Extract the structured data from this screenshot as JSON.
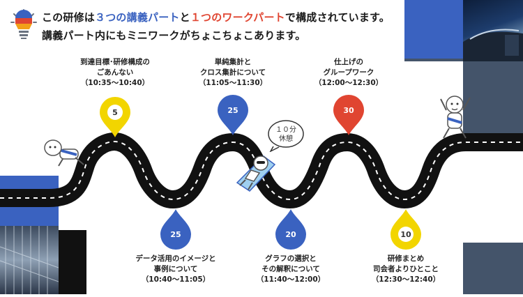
{
  "header": {
    "line1_part1": "この研修は",
    "line1_lecture": "３つの講義パート",
    "line1_part2": "と",
    "line1_work": "１つのワークパート",
    "line1_part3": "で構成されています。",
    "line2": "講義パート内にもミニワークがちょこちょこあります。"
  },
  "milestones": [
    {
      "number": "5",
      "line1": "到達目標･研修構成の",
      "line2": "ごあんない",
      "time": "（10:35～10:40）",
      "color": "#f2d500"
    },
    {
      "number": "25",
      "line1": "データ活用のイメージと",
      "line2": "事例について",
      "time": "（10:40～11:05）",
      "color": "#3a62c0"
    },
    {
      "number": "25",
      "line1": "単純集計と",
      "line2": "クロス集計について",
      "time": "（11:05～11:30）",
      "color": "#3a62c0"
    },
    {
      "number": "20",
      "line1": "グラフの選択と",
      "line2": "その解釈について",
      "time": "（11:40～12:00）",
      "color": "#3a62c0"
    },
    {
      "number": "30",
      "line1": "仕上げの",
      "line2": "グループワーク",
      "time": "（12:00～12:30）",
      "color": "#e04531"
    },
    {
      "number": "10",
      "line1": "研修まとめ",
      "line2": "司会者よりひとこと",
      "time": "（12:30～12:40）",
      "color": "#f2d500"
    }
  ],
  "break_bubble": {
    "line1": "１０分",
    "line2": "休憩"
  },
  "colors": {
    "lecture": "#3a62c0",
    "work": "#e04531",
    "edge": "#f2d500",
    "road": "#111111",
    "accent_dark": "#44546a"
  }
}
